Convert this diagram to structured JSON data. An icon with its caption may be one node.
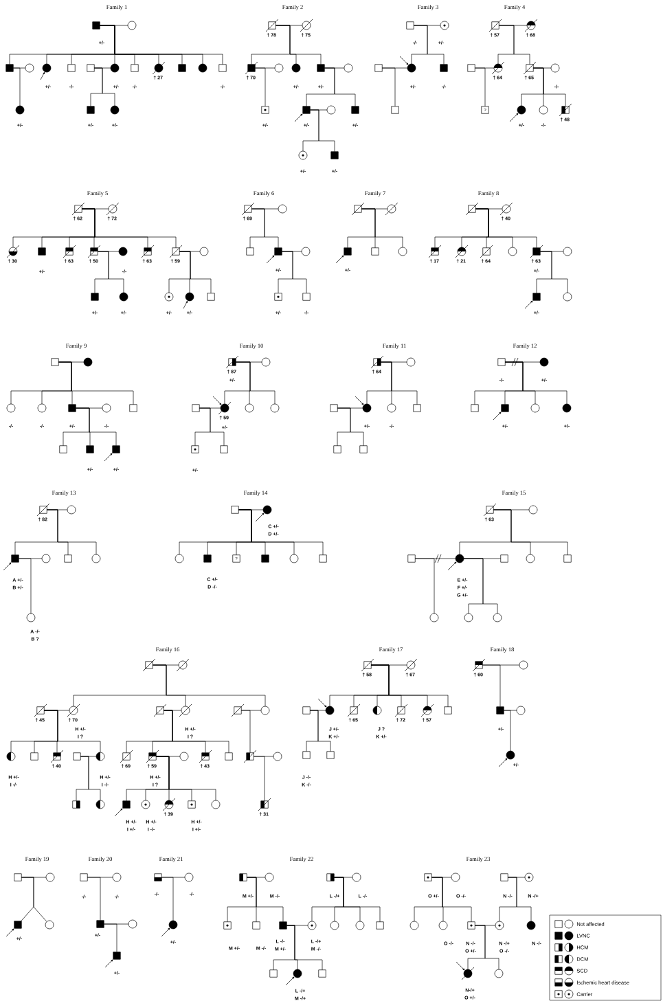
{
  "diagram": {
    "nodes": [
      {
        "text": [],
        "shape": "box",
        "beside": [
          "+/-"
        ]
      },
      {
        "text": [],
        "shape": "circle"
      },
      {
        "text": [],
        "shape": "box"
      },
      {
        "text": [],
        "shape": "circle"
      },
      {
        "text": [],
        "shape": "circle",
        "beside": [
          "+/-"
        ]
      },
      {
        "text": [],
        "shape": "box",
        "beside": [
          "-/-"
        ]
      },
      {
        "text": [],
        "shape": "box"
      },
      {
        "text": [],
        "shape": "circle",
        "beside": [
          "+/-"
        ]
      },
      {
        "text": [],
        "shape": "box",
        "beside": [
          "-/-"
        ]
      },
      {
        "text": [],
        "shape": "circle",
        "beside": [
          "† 27"
        ]
      },
      {
        "text": [],
        "shape": "box"
      },
      {
        "text": [],
        "shape": "circle"
      },
      {
        "text": [],
        "shape": "box",
        "beside": [
          "-/-"
        ]
      },
      {
        "text": [],
        "shape": "circle",
        "beside": [
          "+/-"
        ]
      },
      {
        "text": [],
        "shape": "box",
        "beside": [
          "+/-"
        ]
      },
      {
        "text": [],
        "shape": "circle",
        "beside": [
          "+/-"
        ]
      },
      {
        "text": [],
        "shape": "box",
        "beside": [
          "† 78"
        ]
      },
      {
        "text": [],
        "shape": "circle",
        "beside": [
          "† 75"
        ]
      },
      {
        "text": [],
        "shape": "box",
        "beside": [
          "† 70"
        ]
      },
      {
        "text": [],
        "shape": "circle"
      },
      {
        "text": [],
        "shape": "circle",
        "beside": [
          "+/-"
        ]
      },
      {
        "text": [],
        "shape": "box",
        "beside": [
          "+/-"
        ]
      },
      {
        "text": [],
        "shape": "circle"
      },
      {
        "text": [],
        "shape": "box",
        "beside": [
          "+/-"
        ]
      },
      {
        "text": [],
        "shape": "box",
        "beside": [
          "+/-"
        ]
      },
      {
        "text": [],
        "shape": "circle"
      },
      {
        "text": [],
        "shape": "box",
        "beside": [
          "+/-"
        ]
      },
      {
        "text": [],
        "shape": "circle",
        "beside": [
          "+/-"
        ]
      },
      {
        "text": [],
        "shape": "box",
        "beside": [
          "+/-"
        ]
      },
      {
        "text": [],
        "shape": "box",
        "beside": [
          "-/-"
        ]
      },
      {
        "text": [],
        "shape": "circle",
        "beside": [
          "+/-"
        ]
      },
      {
        "text": [],
        "shape": "box"
      },
      {
        "text": [],
        "shape": "circle",
        "beside": [
          "+/-"
        ]
      },
      {
        "text": [],
        "shape": "box",
        "beside": [
          "-/-"
        ]
      },
      {
        "text": [],
        "shape": "box"
      },
      {
        "text": [],
        "shape": "box",
        "beside": [
          "† 57"
        ]
      },
      {
        "text": [],
        "shape": "circle",
        "beside": [
          "† 68"
        ]
      },
      {
        "text": [],
        "shape": "box"
      },
      {
        "text": [],
        "shape": "circle",
        "beside": [
          "† 64"
        ]
      },
      {
        "text": [],
        "shape": "box",
        "beside": [
          "† 65"
        ]
      },
      {
        "text": [],
        "shape": "circle",
        "beside": [
          "-/-"
        ]
      },
      {
        "text": [
          "?"
        ]
      },
      {
        "text": [],
        "shape": "circle",
        "beside": [
          "+/-"
        ]
      },
      {
        "text": [],
        "shape": "circle",
        "beside": [
          "-/-"
        ]
      },
      {
        "text": [],
        "shape": "box",
        "beside": [
          "† 48"
        ]
      },
      {
        "text": [],
        "shape": "box",
        "beside": [
          "† 62"
        ]
      },
      {
        "text": [],
        "shape": "circle",
        "beside": [
          "† 72"
        ]
      },
      {
        "text": [],
        "shape": "circle",
        "beside": [
          "† 30"
        ]
      },
      {
        "text": [],
        "shape": "box",
        "beside": [
          "+/-"
        ]
      },
      {
        "text": [],
        "shape": "box",
        "beside": [
          "† 63"
        ]
      },
      {
        "text": [],
        "shape": "box",
        "beside": [
          "† 50"
        ]
      },
      {
        "text": [],
        "shape": "circle",
        "beside": [
          "-/-"
        ]
      },
      {
        "text": [],
        "shape": "box",
        "beside": [
          "† 63"
        ]
      },
      {
        "text": [],
        "shape": "box",
        "beside": [
          "† 59"
        ]
      },
      {
        "text": [],
        "shape": "circle"
      },
      {
        "text": [],
        "shape": "box",
        "beside": [
          "+/-"
        ]
      },
      {
        "text": [],
        "shape": "circle",
        "beside": [
          "+/-"
        ]
      },
      {
        "text": [],
        "shape": "circle",
        "beside": [
          "+/-"
        ]
      },
      {
        "text": [],
        "shape": "circle",
        "beside": [
          "+/-"
        ]
      },
      {
        "text": [],
        "shape": "box"
      },
      {
        "text": [],
        "shape": "box",
        "beside": [
          "† 69"
        ]
      },
      {
        "text": [],
        "shape": "circle"
      },
      {
        "text": [],
        "shape": "box"
      },
      {
        "text": [],
        "shape": "box",
        "beside": [
          "+/-"
        ]
      },
      {
        "text": [],
        "shape": "circle"
      },
      {
        "text": [],
        "shape": "box",
        "beside": [
          "+/-"
        ]
      },
      {
        "text": [],
        "shape": "box",
        "beside": [
          "-/-"
        ]
      },
      {
        "text": [],
        "shape": "box"
      },
      {
        "text": [],
        "shape": "circle"
      },
      {
        "text": [],
        "shape": "box",
        "beside": [
          "+/-"
        ]
      },
      {
        "text": [],
        "shape": "box"
      },
      {
        "text": [],
        "shape": "circle"
      },
      {
        "text": [],
        "shape": "box"
      },
      {
        "text": [],
        "shape": "circle",
        "beside": [
          "† 40"
        ]
      },
      {
        "text": [],
        "shape": "box",
        "beside": [
          "† 17"
        ]
      },
      {
        "text": [],
        "shape": "circle",
        "beside": [
          "† 21"
        ]
      },
      {
        "text": [],
        "shape": "box",
        "beside": [
          "† 64"
        ]
      },
      {
        "text": [],
        "shape": "circle"
      },
      {
        "text": [],
        "shape": "box",
        "beside": [
          "† 63",
          "+/-"
        ]
      },
      {
        "text": [],
        "shape": "circle"
      },
      {
        "text": [],
        "shape": "box",
        "beside": [
          "+/-"
        ]
      },
      {
        "text": [],
        "shape": "circle"
      },
      {
        "text": [],
        "shape": "box"
      },
      {
        "text": [],
        "shape": "circle"
      },
      {
        "text": [],
        "shape": "circle",
        "beside": [
          "-/-"
        ]
      },
      {
        "text": [],
        "shape": "circle",
        "beside": [
          "-/-"
        ]
      },
      {
        "text": [],
        "shape": "box",
        "beside": [
          "+/-"
        ]
      },
      {
        "text": [],
        "shape": "circle",
        "beside": [
          "-/-"
        ]
      },
      {
        "text": [],
        "shape": "box"
      },
      {
        "text": [],
        "shape": "box"
      },
      {
        "text": [],
        "shape": "box",
        "beside": [
          "+/-"
        ]
      },
      {
        "text": [],
        "shape": "box",
        "beside": [
          "+/-"
        ]
      },
      {
        "text": [],
        "shape": "box",
        "beside": [
          "† 87",
          "+/-"
        ]
      },
      {
        "text": [],
        "shape": "circle"
      },
      {
        "text": [],
        "shape": "box"
      },
      {
        "text": [],
        "shape": "circle",
        "beside": [
          "† 59",
          "+/-"
        ]
      },
      {
        "text": [],
        "shape": "circle"
      },
      {
        "text": [],
        "shape": "circle"
      },
      {
        "text": [],
        "shape": "box",
        "beside": [
          "+/-"
        ]
      },
      {
        "text": [],
        "shape": "box"
      },
      {
        "text": [],
        "shape": "box",
        "beside": [
          "† 64"
        ]
      },
      {
        "text": [],
        "shape": "circle"
      },
      {
        "text": [],
        "shape": "box"
      },
      {
        "text": [],
        "shape": "circle",
        "beside": [
          "+/-"
        ]
      },
      {
        "text": [],
        "shape": "circle",
        "beside": [
          "-/-"
        ]
      },
      {
        "text": [],
        "shape": "box"
      },
      {
        "text": [],
        "shape": "box"
      },
      {
        "text": [],
        "shape": "box"
      },
      {
        "text": [],
        "shape": "box",
        "beside": [
          "-/-"
        ]
      },
      {
        "text": [],
        "shape": "circle",
        "beside": [
          "+/-"
        ]
      },
      {
        "text": [],
        "shape": "box"
      },
      {
        "text": [],
        "shape": "box",
        "beside": [
          "+/-"
        ]
      },
      {
        "text": [],
        "shape": "circle"
      },
      {
        "text": [],
        "shape": "circle",
        "beside": [
          "+/-"
        ]
      },
      {
        "text": [],
        "shape": "box",
        "beside": [
          "† 82"
        ]
      },
      {
        "text": [],
        "shape": "circle"
      },
      {
        "text": [],
        "shape": "box",
        "beside": [
          "A +/-",
          "B +/-"
        ]
      },
      {
        "text": [],
        "shape": "circle"
      },
      {
        "text": [],
        "shape": "box"
      },
      {
        "text": [],
        "shape": "circle"
      },
      {
        "text": [],
        "shape": "circle",
        "beside": [
          "A -/-",
          "B ?"
        ]
      },
      {
        "text": [],
        "shape": "box"
      },
      {
        "text": [],
        "shape": "circle",
        "beside": [
          "C +/-",
          "D +/-"
        ]
      },
      {
        "text": [],
        "shape": "circle"
      },
      {
        "text": [],
        "shape": "box",
        "beside": [
          "C +/-",
          "D -/-"
        ]
      },
      {
        "text": [
          "?"
        ]
      },
      {
        "text": [],
        "shape": "box"
      },
      {
        "text": [],
        "shape": "circle"
      },
      {
        "text": [],
        "shape": "box"
      },
      {
        "text": [],
        "shape": "box",
        "beside": [
          "† 63"
        ]
      },
      {
        "text": [],
        "shape": "circle"
      },
      {
        "text": [],
        "shape": "box"
      },
      {
        "text": [],
        "shape": "circle",
        "beside": [
          "E +/-",
          "F +/-",
          "G +/-"
        ]
      },
      {
        "text": [],
        "shape": "box"
      },
      {
        "text": [],
        "shape": "circle"
      },
      {
        "text": [],
        "shape": "box"
      },
      {
        "text": [],
        "shape": "circle"
      },
      {
        "text": [],
        "shape": "circle"
      },
      {
        "text": [],
        "shape": "circle"
      },
      {
        "text": [],
        "shape": "box"
      },
      {
        "text": [],
        "shape": "circle"
      },
      {
        "text": [],
        "shape": "box",
        "beside": [
          "† 45"
        ]
      },
      {
        "text": [],
        "shape": "circle",
        "beside": [
          "† 70",
          "H +/-",
          "I ?"
        ]
      },
      {
        "text": [],
        "shape": "box"
      },
      {
        "text": [],
        "shape": "circle",
        "beside": [
          "H +/-",
          "I ?"
        ]
      },
      {
        "text": [],
        "shape": "box"
      },
      {
        "text": [],
        "shape": "circle"
      },
      {
        "text": [],
        "shape": "circle",
        "beside": [
          "H +/-",
          "I -/-"
        ]
      },
      {
        "text": [],
        "shape": "box"
      },
      {
        "text": [],
        "shape": "box",
        "beside": [
          "† 40"
        ]
      },
      {
        "text": [],
        "shape": "box"
      },
      {
        "text": [],
        "shape": "circle",
        "beside": [
          "H +/-",
          "I -/-"
        ]
      },
      {
        "text": [],
        "shape": "box"
      },
      {
        "text": [],
        "shape": "circle"
      },
      {
        "text": [],
        "shape": "box",
        "beside": [
          "† 69"
        ]
      },
      {
        "text": [],
        "shape": "box",
        "beside": [
          "† 59",
          "H +/-",
          "I ?"
        ]
      },
      {
        "text": [],
        "shape": "circle"
      },
      {
        "text": [],
        "shape": "box",
        "beside": [
          "† 43"
        ]
      },
      {
        "text": [],
        "shape": "box"
      },
      {
        "text": [],
        "shape": "box",
        "beside": [
          "H +/-",
          "I +/-"
        ]
      },
      {
        "text": [],
        "shape": "circle",
        "beside": [
          "H +/-",
          "I -/-"
        ]
      },
      {
        "text": [],
        "shape": "circle",
        "beside": [
          "† 39"
        ]
      },
      {
        "text": [],
        "shape": "box",
        "beside": [
          "H +/-",
          "I +/-"
        ]
      },
      {
        "text": [],
        "shape": "circle"
      },
      {
        "text": [],
        "shape": "box"
      },
      {
        "text": [],
        "shape": "circle"
      },
      {
        "text": [],
        "shape": "box",
        "beside": [
          "† 31"
        ]
      },
      {
        "text": [],
        "shape": "box",
        "beside": [
          "† 58"
        ]
      },
      {
        "text": [],
        "shape": "circle",
        "beside": [
          "† 67"
        ]
      },
      {
        "text": [],
        "shape": "box"
      },
      {
        "text": [],
        "shape": "circle",
        "beside": [
          "J +/-",
          "K +/-"
        ]
      },
      {
        "text": [],
        "shape": "box",
        "beside": [
          "† 65"
        ]
      },
      {
        "text": [],
        "shape": "circle",
        "beside": [
          "J ?",
          "K +/-"
        ]
      },
      {
        "text": [],
        "shape": "box",
        "beside": [
          "† 72"
        ]
      },
      {
        "text": [],
        "shape": "circle",
        "beside": [
          "† 57"
        ]
      },
      {
        "text": [],
        "shape": "box"
      },
      {
        "text": [],
        "shape": "box",
        "beside": [
          "J -/-",
          "K -/-"
        ]
      },
      {
        "text": [],
        "shape": "box"
      },
      {
        "text": [],
        "shape": "box",
        "beside": [
          "† 60"
        ]
      },
      {
        "text": [],
        "shape": "circle"
      },
      {
        "text": [],
        "shape": "box",
        "beside": [
          "+/-"
        ]
      },
      {
        "text": [],
        "shape": "circle"
      },
      {
        "text": [],
        "shape": "circle",
        "beside": [
          "+/-"
        ]
      },
      {
        "text": [],
        "shape": "box"
      },
      {
        "text": [],
        "shape": "circle"
      },
      {
        "text": [],
        "shape": "box",
        "beside": [
          "+/-"
        ]
      },
      {
        "text": [],
        "shape": "circle"
      },
      {
        "text": [],
        "shape": "box",
        "beside": [
          "-/-"
        ]
      },
      {
        "text": [],
        "shape": "circle",
        "beside": [
          "-/-"
        ]
      },
      {
        "text": [],
        "shape": "box",
        "beside": [
          "+/-"
        ]
      },
      {
        "text": [],
        "shape": "circle"
      },
      {
        "text": [],
        "shape": "box",
        "beside": [
          "+/-"
        ]
      },
      {
        "text": [],
        "shape": "box",
        "beside": [
          "-/-"
        ]
      },
      {
        "text": [],
        "shape": "circle",
        "beside": [
          "-/-"
        ]
      },
      {
        "text": [],
        "shape": "circle",
        "beside": [
          "+/-"
        ]
      },
      {
        "text": [],
        "shape": "box",
        "beside": [
          "M +/-"
        ]
      },
      {
        "text": [],
        "shape": "circle",
        "beside": [
          "M -/-"
        ]
      },
      {
        "text": [],
        "shape": "box",
        "beside": [
          "L -/+"
        ]
      },
      {
        "text": [],
        "shape": "circle",
        "beside": [
          "L -/-"
        ]
      },
      {
        "text": [],
        "shape": "box",
        "beside": [
          "M +/-"
        ]
      },
      {
        "text": [],
        "shape": "box",
        "beside": [
          "M -/-"
        ]
      },
      {
        "text": [],
        "shape": "box",
        "beside": [
          "L -/-",
          "M +/-"
        ]
      },
      {
        "text": [],
        "shape": "circle",
        "beside": [
          "L -/+",
          "M -/-"
        ]
      },
      {
        "text": [],
        "shape": "circle"
      },
      {
        "text": [],
        "shape": "circle"
      },
      {
        "text": [],
        "shape": "box"
      },
      {
        "text": [],
        "shape": "box"
      },
      {
        "text": [],
        "shape": "circle",
        "beside": [
          "L -/+",
          "M -/+"
        ]
      },
      {
        "text": [],
        "shape": "box"
      },
      {
        "text": [],
        "shape": "box",
        "beside": [
          "O +/-"
        ]
      },
      {
        "text": [],
        "shape": "circle",
        "beside": [
          "O -/-"
        ]
      },
      {
        "text": [],
        "shape": "box",
        "beside": [
          "N -/-"
        ]
      },
      {
        "text": [],
        "shape": "circle",
        "beside": [
          "N -/+"
        ]
      },
      {
        "text": [],
        "shape": "circle"
      },
      {
        "text": [],
        "shape": "circle",
        "beside": [
          "O -/-"
        ]
      },
      {
        "text": [],
        "shape": "box",
        "beside": [
          "N -/-",
          "O +/-"
        ]
      },
      {
        "text": [],
        "shape": "circle",
        "beside": [
          "N -/+",
          "O -/-"
        ]
      },
      {
        "text": [],
        "shape": "circle",
        "beside": [
          "N -/-"
        ]
      },
      {
        "text": [],
        "shape": "circle",
        "beside": [
          "N-/+",
          "O +/-"
        ]
      },
      {
        "text": [],
        "shape": "circle"
      }
    ],
    "edges": [
      {
        "from": 0,
        "to": 1,
        "arrow": "none"
      },
      {
        "from": 0,
        "to": 2,
        "arrow": "none"
      },
      {
        "from": 0,
        "to": 4,
        "arrow": "none"
      },
      {
        "from": 0,
        "to": 5,
        "arrow": "none"
      },
      {
        "from": 0,
        "to": 7,
        "arrow": "none"
      },
      {
        "from": 0,
        "to": 8,
        "arrow": "none"
      },
      {
        "from": 0,
        "to": 9,
        "arrow": "none"
      },
      {
        "from": 0,
        "to": 10,
        "arrow": "none"
      },
      {
        "from": 0,
        "to": 11,
        "arrow": "none"
      },
      {
        "from": 0,
        "to": 12,
        "arrow": "none"
      },
      {
        "from": 2,
        "to": 3,
        "arrow": "none"
      },
      {
        "from": 2,
        "to": 13,
        "arrow": "none"
      },
      {
        "from": 6,
        "to": 7,
        "arrow": "none"
      },
      {
        "from": 6,
        "to": 14,
        "arrow": "none"
      },
      {
        "from": 6,
        "to": 15,
        "arrow": "none"
      },
      {
        "from": null,
        "to": 4,
        "arrow": "to"
      },
      {
        "from": 16,
        "to": 17,
        "arrow": "none"
      },
      {
        "from": 16,
        "to": 18,
        "arrow": "none"
      },
      {
        "from": 16,
        "to": 20,
        "arrow": "none"
      },
      {
        "from": 16,
        "to": 21,
        "arrow": "none"
      },
      {
        "from": 18,
        "to": 19,
        "arrow": "none"
      },
      {
        "from": 18,
        "to": 23,
        "arrow": "none"
      },
      {
        "from": 21,
        "to": 22,
        "arrow": "none"
      },
      {
        "from": 21,
        "to": 24,
        "arrow": "none"
      },
      {
        "from": 21,
        "to": 26,
        "arrow": "none"
      },
      {
        "from": 24,
        "to": 25,
        "arrow": "none"
      },
      {
        "from": 24,
        "to": 27,
        "arrow": "none"
      },
      {
        "from": 24,
        "to": 28,
        "arrow": "none"
      },
      {
        "from": null,
        "to": 24,
        "arrow": "to"
      },
      {
        "from": 29,
        "to": 30,
        "arrow": "none"
      },
      {
        "from": 29,
        "to": 32,
        "arrow": "none"
      },
      {
        "from": 29,
        "to": 33,
        "arrow": "none"
      },
      {
        "from": 31,
        "to": 32,
        "arrow": "none"
      },
      {
        "from": 31,
        "to": 34,
        "arrow": "none"
      },
      {
        "from": null,
        "to": 32,
        "arrow": "to"
      },
      {
        "from": 35,
        "to": 36,
        "arrow": "none"
      },
      {
        "from": 35,
        "to": 38,
        "arrow": "none"
      },
      {
        "from": 35,
        "to": 39,
        "arrow": "none"
      },
      {
        "from": 37,
        "to": 38,
        "arrow": "none"
      },
      {
        "from": 37,
        "to": 41,
        "arrow": "none"
      },
      {
        "from": 39,
        "to": 40,
        "arrow": "none"
      },
      {
        "from": 39,
        "to": 42,
        "arrow": "none"
      },
      {
        "from": 39,
        "to": 43,
        "arrow": "none"
      },
      {
        "from": 39,
        "to": 44,
        "arrow": "none"
      },
      {
        "from": null,
        "to": 42,
        "arrow": "to"
      },
      {
        "from": 45,
        "to": 46,
        "arrow": "none"
      },
      {
        "from": 45,
        "to": 47,
        "arrow": "none"
      },
      {
        "from": 45,
        "to": 48,
        "arrow": "none"
      },
      {
        "from": 45,
        "to": 49,
        "arrow": "none"
      },
      {
        "from": 45,
        "to": 50,
        "arrow": "none"
      },
      {
        "from": 45,
        "to": 52,
        "arrow": "none"
      },
      {
        "from": 45,
        "to": 53,
        "arrow": "none"
      },
      {
        "from": 50,
        "to": 51,
        "arrow": "none"
      },
      {
        "from": 50,
        "to": 55,
        "arrow": "none"
      },
      {
        "from": 50,
        "to": 56,
        "arrow": "none"
      },
      {
        "from": 53,
        "to": 54,
        "arrow": "none"
      },
      {
        "from": 53,
        "to": 57,
        "arrow": "none"
      },
      {
        "from": 53,
        "to": 58,
        "arrow": "none"
      },
      {
        "from": 53,
        "to": 59,
        "arrow": "none"
      },
      {
        "from": null,
        "to": 58,
        "arrow": "to"
      },
      {
        "from": 60,
        "to": 61,
        "arrow": "none"
      },
      {
        "from": 60,
        "to": 62,
        "arrow": "none"
      },
      {
        "from": 60,
        "to": 63,
        "arrow": "none"
      },
      {
        "from": 63,
        "to": 64,
        "arrow": "none"
      },
      {
        "from": 63,
        "to": 65,
        "arrow": "none"
      },
      {
        "from": 63,
        "to": 66,
        "arrow": "none"
      },
      {
        "from": null,
        "to": 63,
        "arrow": "to"
      },
      {
        "from": 67,
        "to": 68,
        "arrow": "none"
      },
      {
        "from": 67,
        "to": 69,
        "arrow": "none"
      },
      {
        "from": 67,
        "to": 70,
        "arrow": "none"
      },
      {
        "from": 67,
        "to": 71,
        "arrow": "none"
      },
      {
        "from": null,
        "to": 69,
        "arrow": "to"
      },
      {
        "from": 72,
        "to": 73,
        "arrow": "none"
      },
      {
        "from": 72,
        "to": 74,
        "arrow": "none"
      },
      {
        "from": 72,
        "to": 75,
        "arrow": "none"
      },
      {
        "from": 72,
        "to": 76,
        "arrow": "none"
      },
      {
        "from": 72,
        "to": 77,
        "arrow": "none"
      },
      {
        "from": 72,
        "to": 78,
        "arrow": "none"
      },
      {
        "from": 78,
        "to": 79,
        "arrow": "none"
      },
      {
        "from": 78,
        "to": 80,
        "arrow": "none"
      },
      {
        "from": 78,
        "to": 81,
        "arrow": "none"
      },
      {
        "from": null,
        "to": 80,
        "arrow": "to"
      },
      {
        "from": 82,
        "to": 83,
        "arrow": "none"
      },
      {
        "from": 82,
        "to": 84,
        "arrow": "none"
      },
      {
        "from": 82,
        "to": 85,
        "arrow": "none"
      },
      {
        "from": 82,
        "to": 86,
        "arrow": "none"
      },
      {
        "from": 82,
        "to": 88,
        "arrow": "none"
      },
      {
        "from": 86,
        "to": 87,
        "arrow": "none"
      },
      {
        "from": 86,
        "to": 89,
        "arrow": "none"
      },
      {
        "from": 86,
        "to": 90,
        "arrow": "none"
      },
      {
        "from": 86,
        "to": 91,
        "arrow": "none"
      },
      {
        "from": null,
        "to": 91,
        "arrow": "to"
      },
      {
        "from": 92,
        "to": 93,
        "arrow": "none"
      },
      {
        "from": 92,
        "to": 95,
        "arrow": "none"
      },
      {
        "from": 92,
        "to": 96,
        "arrow": "none"
      },
      {
        "from": 92,
        "to": 97,
        "arrow": "none"
      },
      {
        "from": 94,
        "to": 95,
        "arrow": "none"
      },
      {
        "from": 94,
        "to": 98,
        "arrow": "none"
      },
      {
        "from": 94,
        "to": 99,
        "arrow": "none"
      },
      {
        "from": null,
        "to": 95,
        "arrow": "to"
      },
      {
        "from": 100,
        "to": 101,
        "arrow": "none"
      },
      {
        "from": 100,
        "to": 103,
        "arrow": "none"
      },
      {
        "from": 100,
        "to": 104,
        "arrow": "none"
      },
      {
        "from": 100,
        "to": 105,
        "arrow": "none"
      },
      {
        "from": 102,
        "to": 103,
        "arrow": "none"
      },
      {
        "from": 102,
        "to": 106,
        "arrow": "none"
      },
      {
        "from": 102,
        "to": 107,
        "arrow": "none"
      },
      {
        "from": null,
        "to": 103,
        "arrow": "to"
      },
      {
        "from": 108,
        "to": 109,
        "arrow": "none"
      },
      {
        "from": 108,
        "to": 110,
        "arrow": "none"
      },
      {
        "from": 108,
        "to": 111,
        "arrow": "none"
      },
      {
        "from": 108,
        "to": 112,
        "arrow": "none"
      },
      {
        "from": 108,
        "to": 113,
        "arrow": "none"
      },
      {
        "from": null,
        "to": 111,
        "arrow": "to"
      },
      {
        "from": 114,
        "to": 115,
        "arrow": "none"
      },
      {
        "from": 114,
        "to": 116,
        "arrow": "none"
      },
      {
        "from": 114,
        "to": 118,
        "arrow": "none"
      },
      {
        "from": 114,
        "to": 119,
        "arrow": "none"
      },
      {
        "from": 116,
        "to": 117,
        "arrow": "none"
      },
      {
        "from": 116,
        "to": 120,
        "arrow": "none"
      },
      {
        "from": null,
        "to": 116,
        "arrow": "to"
      },
      {
        "from": 121,
        "to": 122,
        "arrow": "none"
      },
      {
        "from": 121,
        "to": 123,
        "arrow": "none"
      },
      {
        "from": 121,
        "to": 124,
        "arrow": "none"
      },
      {
        "from": 121,
        "to": 125,
        "arrow": "none"
      },
      {
        "from": 121,
        "to": 126,
        "arrow": "none"
      },
      {
        "from": 121,
        "to": 127,
        "arrow": "none"
      },
      {
        "from": 121,
        "to": 128,
        "arrow": "none"
      },
      {
        "from": null,
        "to": 122,
        "arrow": "to"
      },
      {
        "from": 129,
        "to": 130,
        "arrow": "none"
      },
      {
        "from": 129,
        "to": 132,
        "arrow": "none"
      },
      {
        "from": 129,
        "to": 134,
        "arrow": "none"
      },
      {
        "from": 129,
        "to": 135,
        "arrow": "none"
      },
      {
        "from": 131,
        "to": 132,
        "arrow": "none"
      },
      {
        "from": 131,
        "to": 136,
        "arrow": "none"
      },
      {
        "from": 132,
        "to": 133,
        "arrow": "none"
      },
      {
        "from": 132,
        "to": 137,
        "arrow": "none"
      },
      {
        "from": 132,
        "to": 138,
        "arrow": "none"
      },
      {
        "from": null,
        "to": 132,
        "arrow": "to"
      },
      {
        "from": 139,
        "to": 140,
        "arrow": "none"
      },
      {
        "from": 139,
        "to": 142,
        "arrow": "none"
      },
      {
        "from": 139,
        "to": 144,
        "arrow": "none"
      },
      {
        "from": 139,
        "to": 146,
        "arrow": "none"
      },
      {
        "from": 141,
        "to": 142,
        "arrow": "none"
      },
      {
        "from": 141,
        "to": 147,
        "arrow": "none"
      },
      {
        "from": 141,
        "to": 148,
        "arrow": "none"
      },
      {
        "from": 141,
        "to": 149,
        "arrow": "none"
      },
      {
        "from": 141,
        "to": 151,
        "arrow": "none"
      },
      {
        "from": 150,
        "to": 151,
        "arrow": "none"
      },
      {
        "from": 150,
        "to": 152,
        "arrow": "none"
      },
      {
        "from": 150,
        "to": 153,
        "arrow": "none"
      },
      {
        "from": 143,
        "to": 144,
        "arrow": "none"
      },
      {
        "from": 143,
        "to": 154,
        "arrow": "none"
      },
      {
        "from": 143,
        "to": 155,
        "arrow": "none"
      },
      {
        "from": 143,
        "to": 157,
        "arrow": "none"
      },
      {
        "from": 143,
        "to": 158,
        "arrow": "none"
      },
      {
        "from": 155,
        "to": 156,
        "arrow": "none"
      },
      {
        "from": 155,
        "to": 159,
        "arrow": "none"
      },
      {
        "from": 155,
        "to": 160,
        "arrow": "none"
      },
      {
        "from": 155,
        "to": 161,
        "arrow": "none"
      },
      {
        "from": 155,
        "to": 162,
        "arrow": "none"
      },
      {
        "from": 155,
        "to": 163,
        "arrow": "none"
      },
      {
        "from": 145,
        "to": 146,
        "arrow": "none"
      },
      {
        "from": 145,
        "to": 164,
        "arrow": "none"
      },
      {
        "from": 164,
        "to": 165,
        "arrow": "none"
      },
      {
        "from": 164,
        "to": 166,
        "arrow": "none"
      },
      {
        "from": null,
        "to": 159,
        "arrow": "to"
      },
      {
        "from": 167,
        "to": 168,
        "arrow": "none"
      },
      {
        "from": 167,
        "to": 170,
        "arrow": "none"
      },
      {
        "from": 167,
        "to": 171,
        "arrow": "none"
      },
      {
        "from": 167,
        "to": 172,
        "arrow": "none"
      },
      {
        "from": 167,
        "to": 173,
        "arrow": "none"
      },
      {
        "from": 167,
        "to": 174,
        "arrow": "none"
      },
      {
        "from": 167,
        "to": 175,
        "arrow": "none"
      },
      {
        "from": 169,
        "to": 170,
        "arrow": "none"
      },
      {
        "from": 169,
        "to": 176,
        "arrow": "none"
      },
      {
        "from": 169,
        "to": 177,
        "arrow": "none"
      },
      {
        "from": null,
        "to": 170,
        "arrow": "to"
      },
      {
        "from": 178,
        "to": 179,
        "arrow": "none"
      },
      {
        "from": 178,
        "to": 180,
        "arrow": "none"
      },
      {
        "from": 180,
        "to": 181,
        "arrow": "none"
      },
      {
        "from": 180,
        "to": 182,
        "arrow": "none"
      },
      {
        "from": null,
        "to": 182,
        "arrow": "to"
      },
      {
        "from": 183,
        "to": 184,
        "arrow": "none"
      },
      {
        "from": 183,
        "to": 185,
        "arrow": "none"
      },
      {
        "from": 183,
        "to": 186,
        "arrow": "none"
      },
      {
        "from": null,
        "to": 185,
        "arrow": "to"
      },
      {
        "from": 187,
        "to": 188,
        "arrow": "none"
      },
      {
        "from": 187,
        "to": 189,
        "arrow": "none"
      },
      {
        "from": 189,
        "to": 190,
        "arrow": "none"
      },
      {
        "from": 189,
        "to": 191,
        "arrow": "none"
      },
      {
        "from": null,
        "to": 191,
        "arrow": "to"
      },
      {
        "from": 192,
        "to": 193,
        "arrow": "none"
      },
      {
        "from": 192,
        "to": 194,
        "arrow": "none"
      },
      {
        "from": null,
        "to": 194,
        "arrow": "to"
      },
      {
        "from": 195,
        "to": 196,
        "arrow": "none"
      },
      {
        "from": 195,
        "to": 199,
        "arrow": "none"
      },
      {
        "from": 195,
        "to": 200,
        "arrow": "none"
      },
      {
        "from": 195,
        "to": 201,
        "arrow": "none"
      },
      {
        "from": 197,
        "to": 198,
        "arrow": "none"
      },
      {
        "from": 197,
        "to": 202,
        "arrow": "none"
      },
      {
        "from": 197,
        "to": 203,
        "arrow": "none"
      },
      {
        "from": 197,
        "to": 204,
        "arrow": "none"
      },
      {
        "from": 197,
        "to": 205,
        "arrow": "none"
      },
      {
        "from": 201,
        "to": 202,
        "arrow": "none"
      },
      {
        "from": 201,
        "to": 206,
        "arrow": "none"
      },
      {
        "from": 201,
        "to": 207,
        "arrow": "none"
      },
      {
        "from": 201,
        "to": 208,
        "arrow": "none"
      },
      {
        "from": null,
        "to": 207,
        "arrow": "to"
      },
      {
        "from": 209,
        "to": 210,
        "arrow": "none"
      },
      {
        "from": 209,
        "to": 213,
        "arrow": "none"
      },
      {
        "from": 209,
        "to": 214,
        "arrow": "none"
      },
      {
        "from": 209,
        "to": 215,
        "arrow": "none"
      },
      {
        "from": 211,
        "to": 212,
        "arrow": "none"
      },
      {
        "from": 211,
        "to": 216,
        "arrow": "none"
      },
      {
        "from": 211,
        "to": 217,
        "arrow": "none"
      },
      {
        "from": 215,
        "to": 216,
        "arrow": "none"
      },
      {
        "from": 215,
        "to": 218,
        "arrow": "none"
      },
      {
        "from": 215,
        "to": 219,
        "arrow": "none"
      },
      {
        "from": null,
        "to": 218,
        "arrow": "to"
      }
    ],
    "labels": [
      "Family 1",
      "Family 2",
      "Family 3",
      "Family 4",
      "Family 5",
      "Family 6",
      "Family 7",
      "Family 8",
      "Family 9",
      "Family 10",
      "Family 11",
      "Family 12",
      "Family 13",
      "Family 14",
      "Family 15",
      "Family 16",
      "Family 17",
      "Family 18",
      "Family 19",
      "Family 20",
      "Family 21",
      "Family 22",
      "Family 23"
    ],
    "legend": [
      {
        "text": "Not affected"
      },
      {
        "text": "LVNC"
      },
      {
        "text": "HCM"
      },
      {
        "text": "DCM"
      },
      {
        "text": "SCD"
      },
      {
        "text": "Ischemic heart disease"
      },
      {
        "text": "Carrier"
      }
    ]
  }
}
